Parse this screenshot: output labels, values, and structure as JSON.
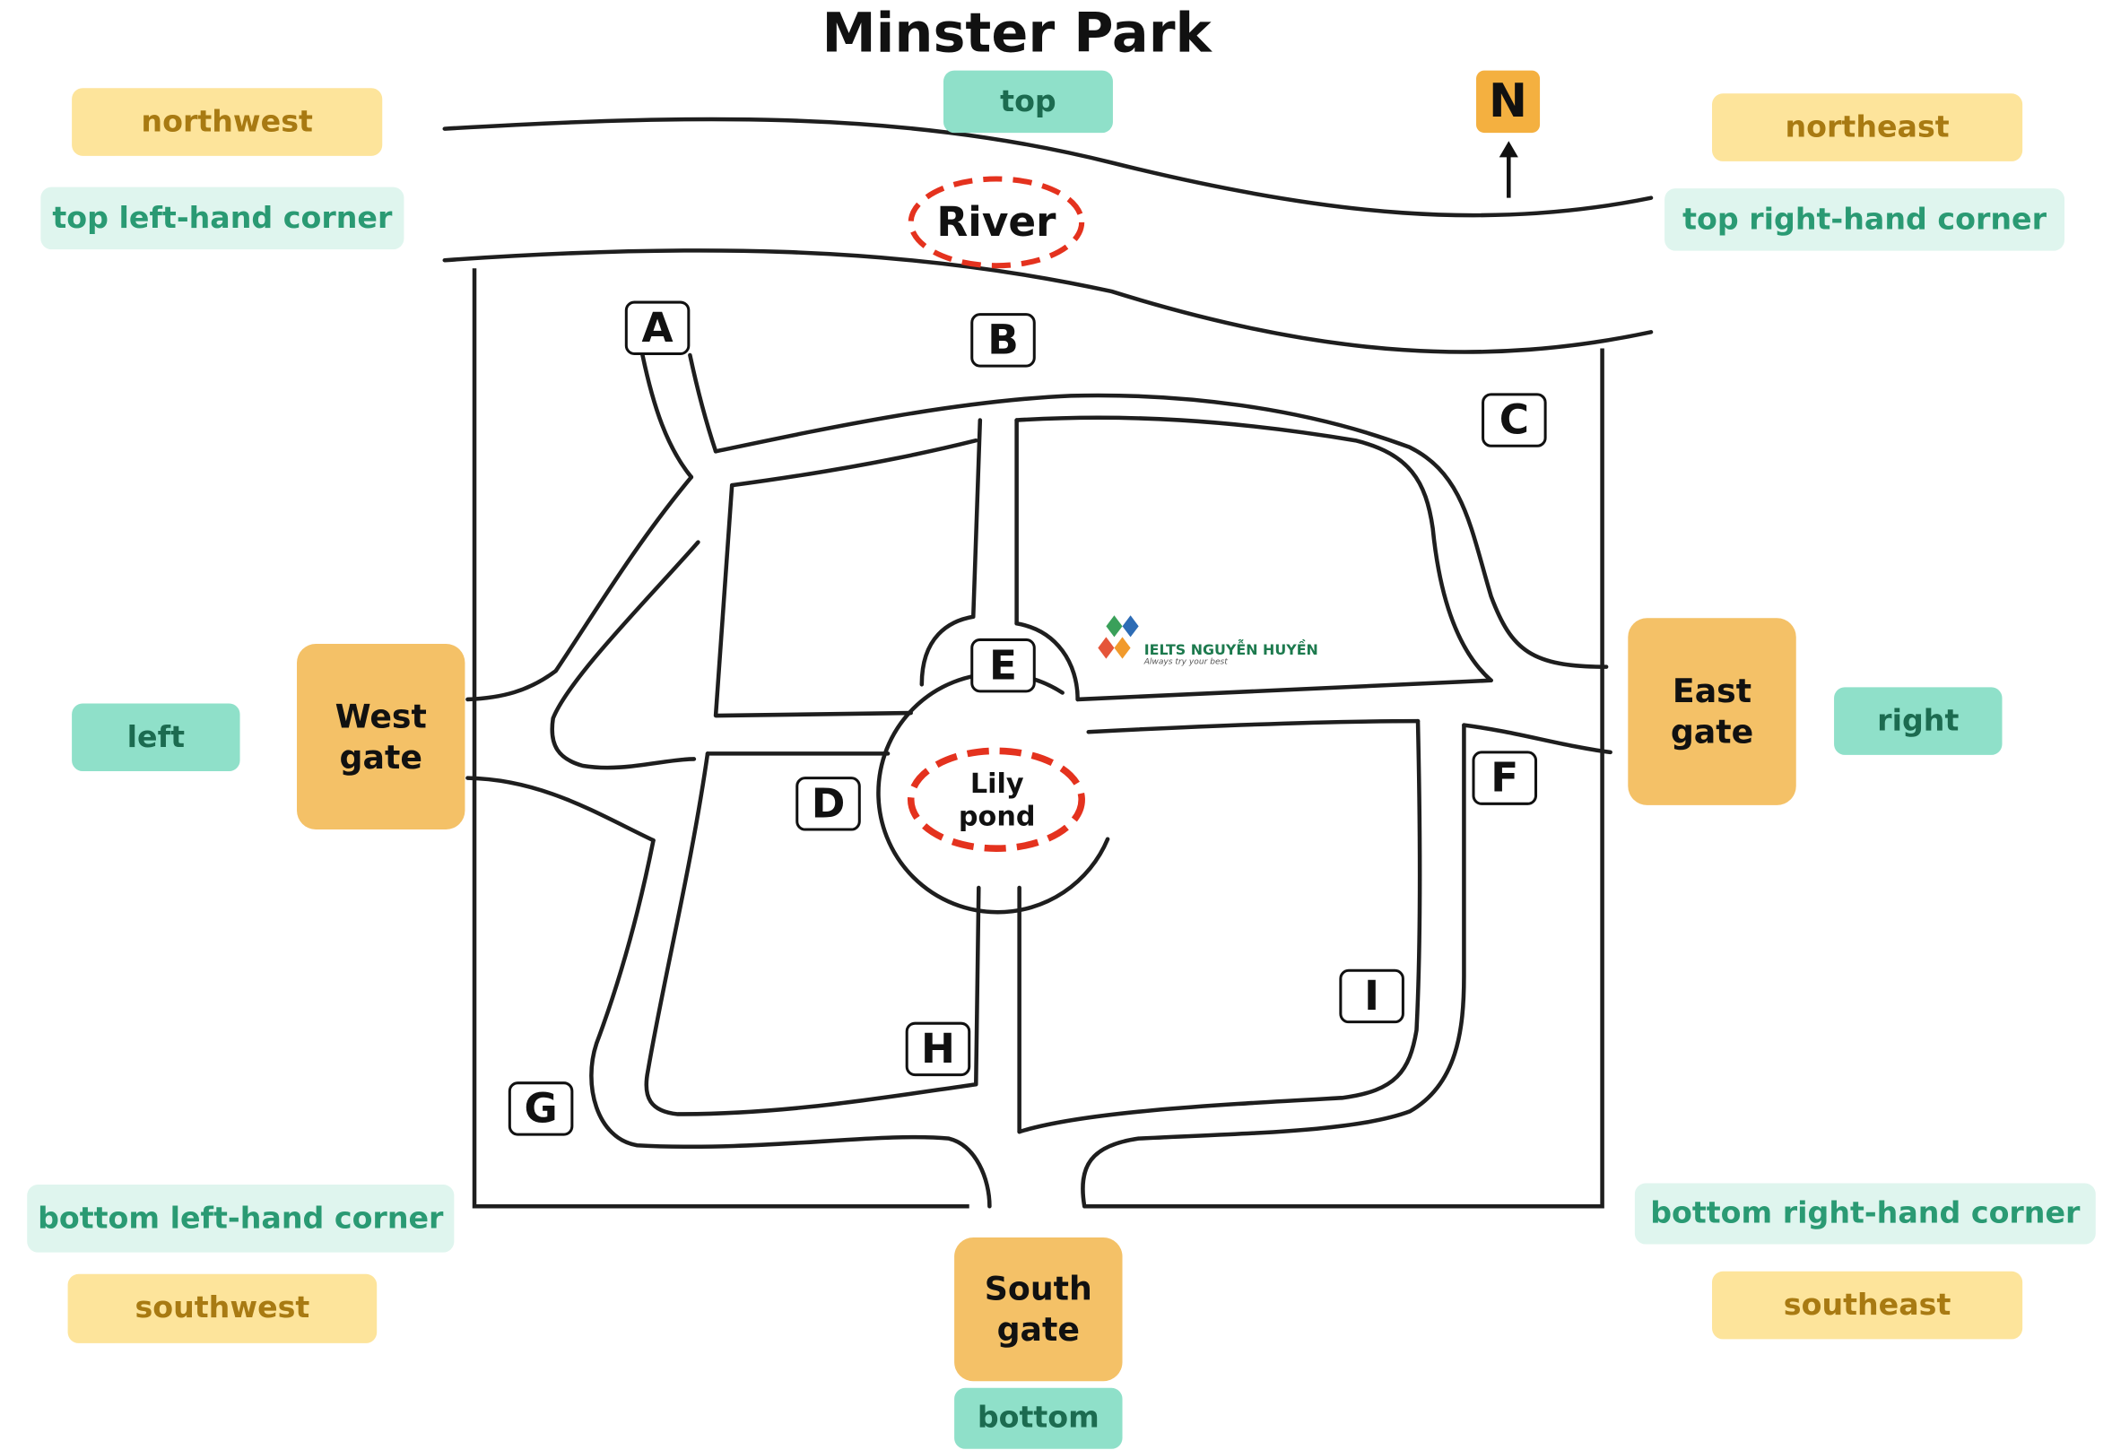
{
  "title": "Minster Park",
  "north": {
    "label": "N"
  },
  "river": {
    "label": "River"
  },
  "pond": {
    "label": "Lily\npond"
  },
  "gates": {
    "west": "West\ngate",
    "east": "East\ngate",
    "south": "South\ngate"
  },
  "letters": {
    "a": "A",
    "b": "B",
    "c": "C",
    "d": "D",
    "e": "E",
    "f": "F",
    "g": "G",
    "h": "H",
    "i": "I"
  },
  "directions": {
    "northwest": "northwest",
    "northeast": "northeast",
    "southwest": "southwest",
    "southeast": "southeast",
    "top": "top",
    "bottom": "bottom",
    "left": "left",
    "right": "right",
    "top_left": "top left-hand corner",
    "top_right": "top right-hand corner",
    "bottom_left": "bottom left-hand corner",
    "bottom_right": "bottom right-hand corner"
  },
  "logo": {
    "name": "IELTS NGUYỄN HUYỀN",
    "slogan": "Always try your best"
  },
  "colors": {
    "compass_tag_bg": "#fde49b",
    "compass_tag_text": "#a87a12",
    "position_tag_bg": "#8fe0c9",
    "position_tag_text": "#1c6b50",
    "corner_tag_bg": "#dff5ee",
    "corner_tag_text": "#2a9a73",
    "gate_bg": "#f4c167",
    "north_bg": "#f4b040",
    "marker_ring": "#e4321e"
  }
}
